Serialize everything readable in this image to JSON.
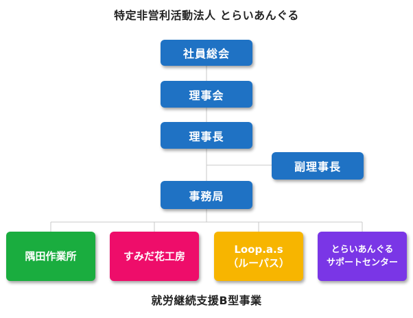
{
  "title": "特定非営利活動法人 とらいあんぐる",
  "footer": "就労継続支援B型事業",
  "nodes": {
    "general_assembly": "社員総会",
    "board": "理事会",
    "chair": "理事長",
    "vice_chair": "副理事長",
    "secretariat": "事務局"
  },
  "units": [
    {
      "line1": "隅田作業所",
      "line2": "",
      "color": "#1aad3f"
    },
    {
      "line1": "すみだ花工房",
      "line2": "",
      "color": "#ee0d6a"
    },
    {
      "line1": "Loop.a.s",
      "line2": "（ルーパス）",
      "color": "#f7b500"
    },
    {
      "line1": "とらいあんぐる",
      "line2": "サポートセンター",
      "color": "#7a36e6"
    }
  ],
  "colors": {
    "node": "#1f72c4",
    "connector": "#c8c8c8"
  }
}
